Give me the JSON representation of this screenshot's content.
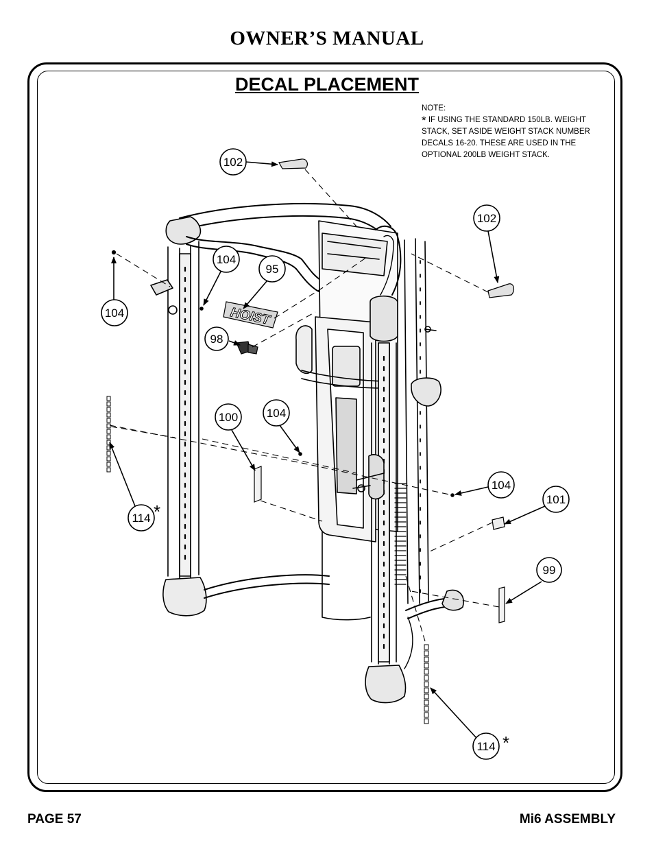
{
  "header": {
    "title": "OWNER’S MANUAL"
  },
  "section": {
    "title": "DECAL PLACEMENT"
  },
  "note": {
    "heading": "NOTE:",
    "star": "*",
    "text": "IF USING THE STANDARD 150LB. WEIGHT STACK, SET ASIDE WEIGHT STACK NUMBER DECALS 16-20. THESE ARE USED IN THE OPTIONAL 200LB WEIGHT STACK."
  },
  "callouts": {
    "c102a": "102",
    "c102b": "102",
    "c104a": "104",
    "c95": "95",
    "c104b": "104",
    "c98": "98",
    "c100": "100",
    "c104c": "104",
    "c104d": "104",
    "c101": "101",
    "c99": "99",
    "c114a": "114",
    "c114b": "114",
    "star": "*"
  },
  "decal_logo": "HOIST",
  "footer": {
    "page": "PAGE 57",
    "section": "Mi6 ASSEMBLY"
  }
}
